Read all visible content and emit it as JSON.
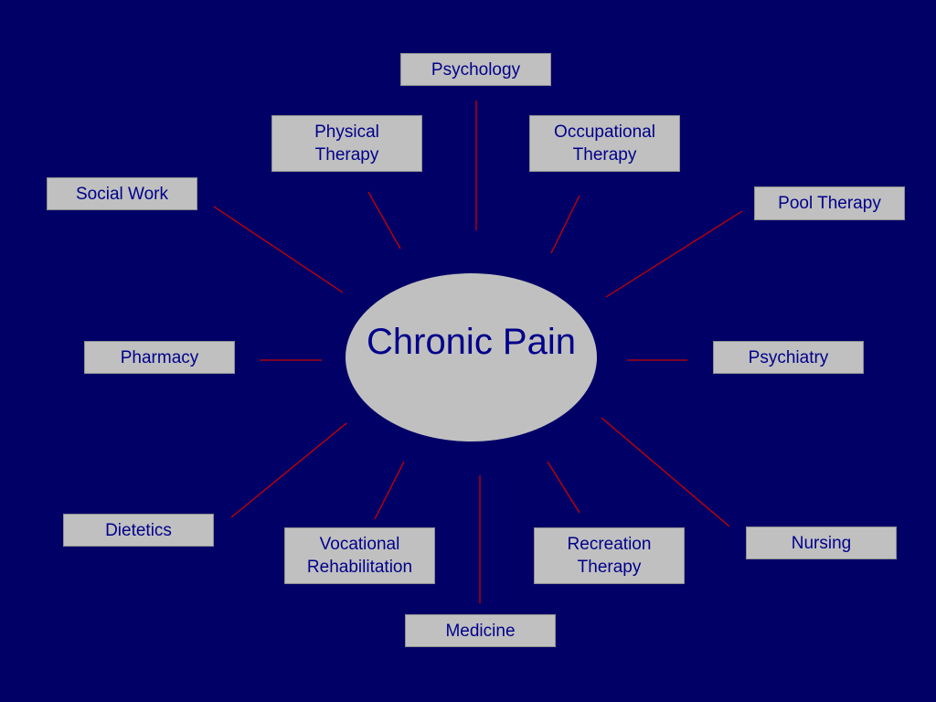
{
  "colors": {
    "background": "#000066",
    "box_fill": "#c0c0c0",
    "text": "#00008b",
    "connector": "#cc0000"
  },
  "center": {
    "label": "Chronic Pain"
  },
  "nodes": {
    "psychology": "Psychology",
    "physical_therapy": "Physical\nTherapy",
    "occupational_therapy": "Occupational\nTherapy",
    "social_work": "Social Work",
    "pool_therapy": "Pool Therapy",
    "pharmacy": "Pharmacy",
    "psychiatry": "Psychiatry",
    "dietetics": "Dietetics",
    "vocational_rehabilitation": "Vocational\nRehabilitation",
    "recreation_therapy": "Recreation\nTherapy",
    "nursing": "Nursing",
    "medicine": "Medicine"
  }
}
